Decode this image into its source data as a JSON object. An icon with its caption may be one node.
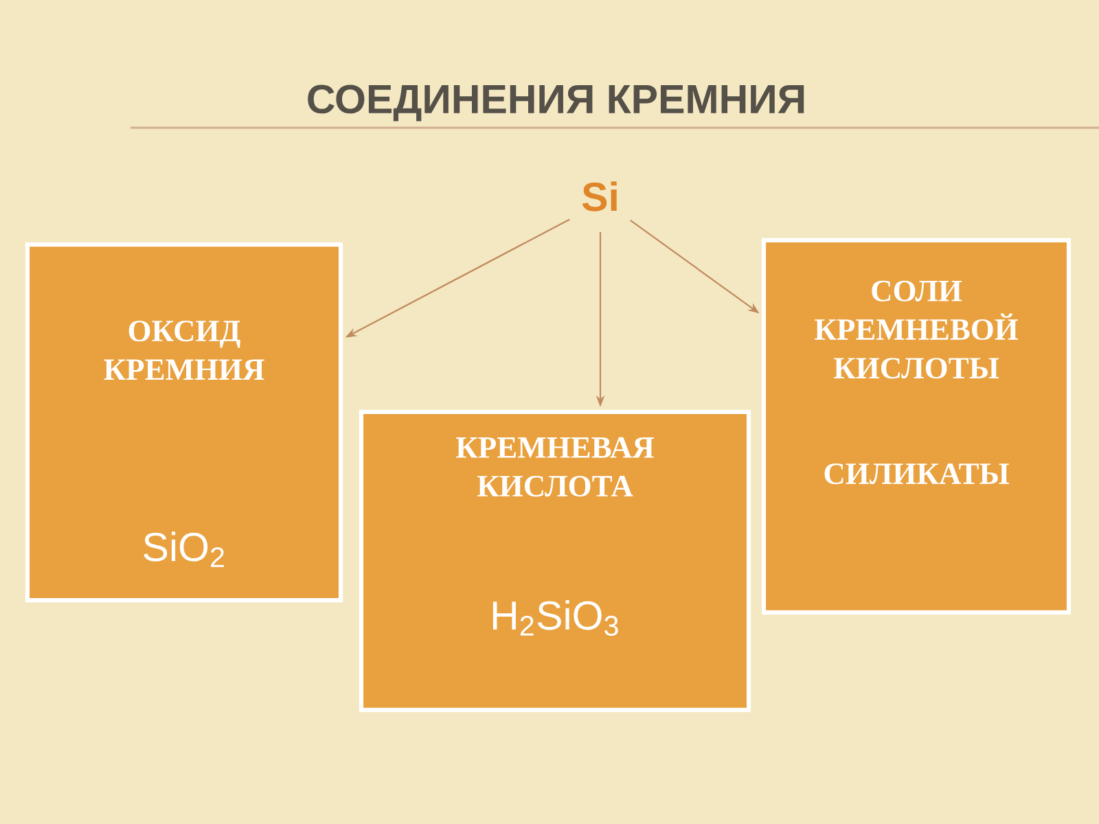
{
  "diagram": {
    "title": "СОЕДИНЕНИЯ КРЕМНИЯ",
    "nodes": [
      {
        "text": [
          "Si"
        ]
      },
      {
        "text": [
          "ОКСИД КРЕМНИЯ",
          "SiO$_{2}$"
        ]
      },
      {
        "text": [
          "КРЕМНЕВАЯ КИСЛОТА",
          "H$_{2}$SiO$_{3}$"
        ]
      },
      {
        "text": [
          "СОЛИ КРЕМНЕВОЙ КИСЛОТЫ",
          "СИЛИКАТЫ"
        ]
      }
    ],
    "edges": [
      {
        "from": 0,
        "to": 1,
        "arrow": "to"
      },
      {
        "from": 0,
        "to": 2,
        "arrow": "to"
      },
      {
        "from": 0,
        "to": 3,
        "arrow": "to"
      }
    ]
  }
}
